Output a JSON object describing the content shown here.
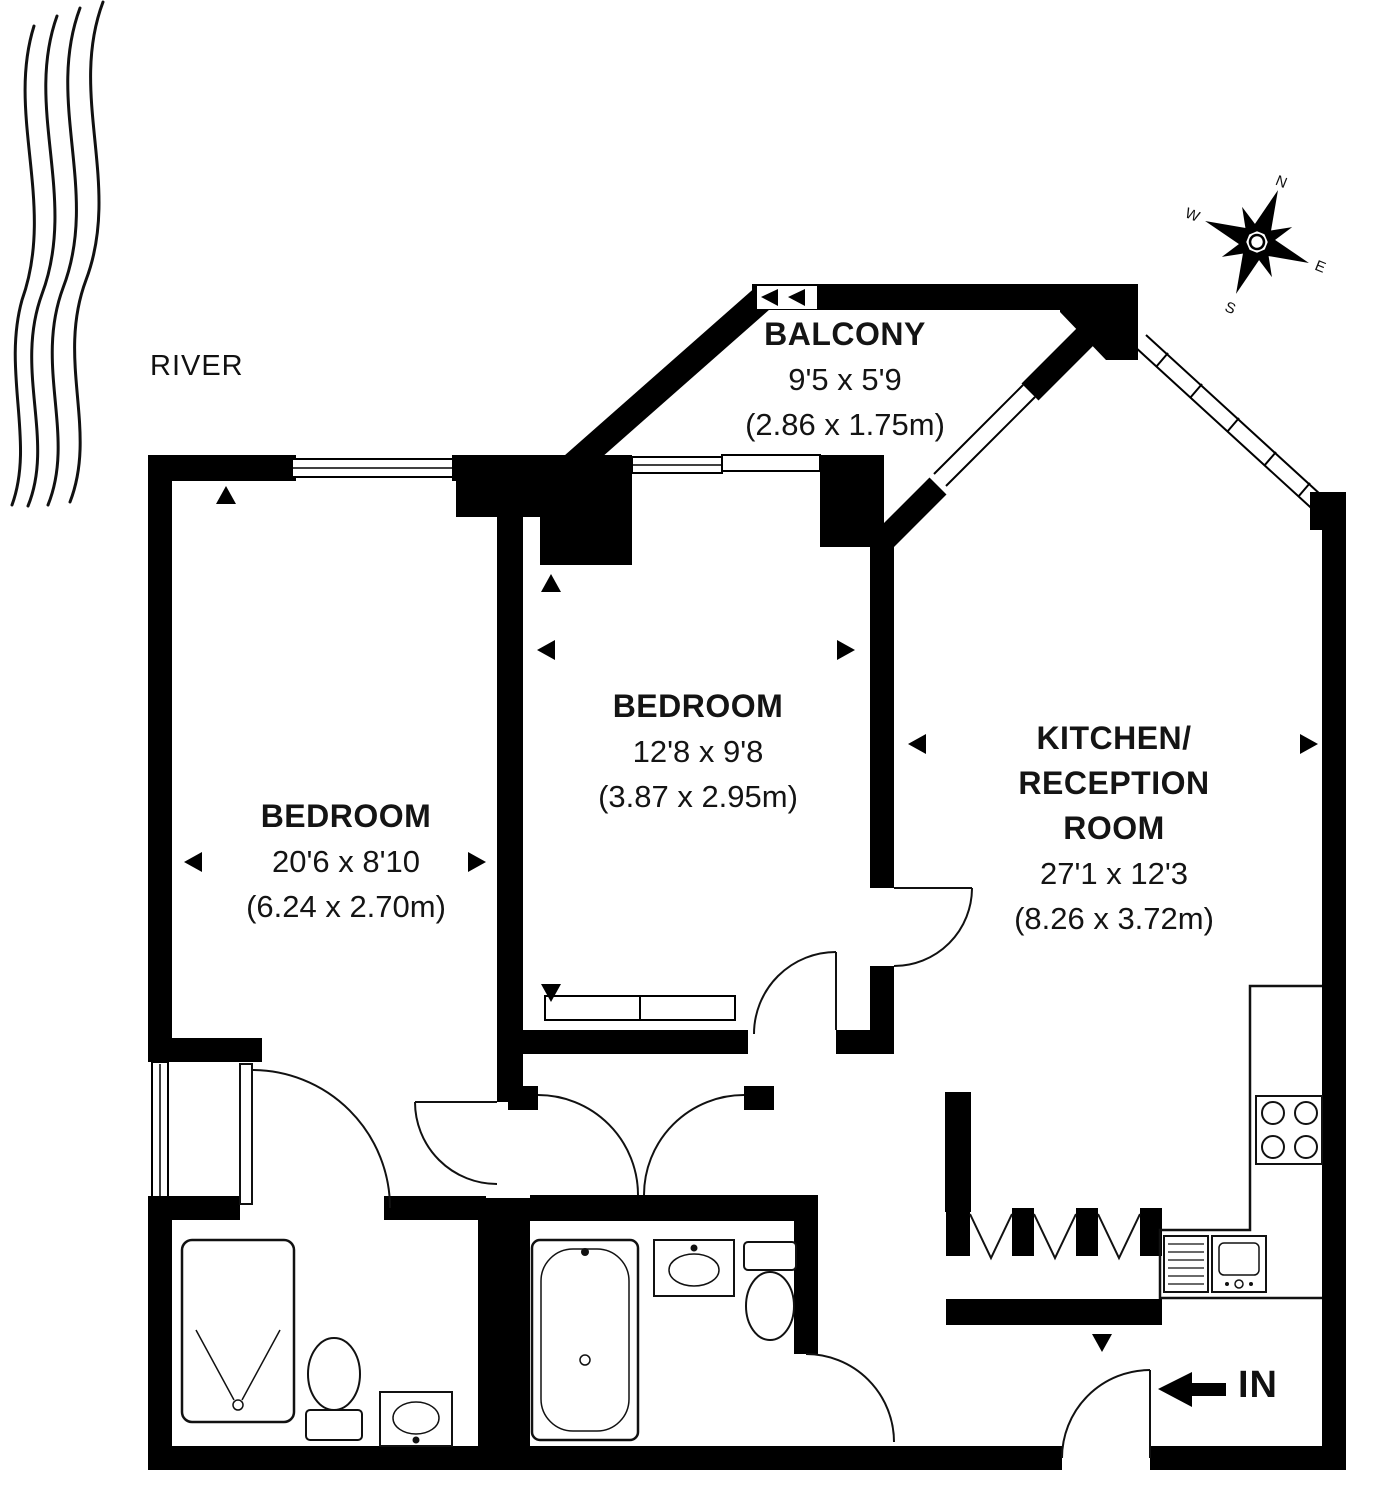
{
  "floorplan": {
    "river_label": "RIVER",
    "entrance_label": "IN",
    "compass": {
      "north": "N",
      "east": "E",
      "south": "S",
      "west": "W"
    },
    "rooms": {
      "balcony": {
        "name": "BALCONY",
        "imperial": "9'5 x 5'9",
        "metric": "(2.86 x 1.75m)"
      },
      "bedroom_middle": {
        "name": "BEDROOM",
        "imperial": "12'8 x 9'8",
        "metric": "(3.87 x 2.95m)"
      },
      "bedroom_left": {
        "name": "BEDROOM",
        "imperial": "20'6 x 8'10",
        "metric": "(6.24 x 2.70m)"
      },
      "kitchen": {
        "name_line1": "KITCHEN/",
        "name_line2": "RECEPTION ROOM",
        "imperial": "27'1 x 12'3",
        "metric": "(8.26 x 3.72m)"
      }
    },
    "colors": {
      "wall": "#000000",
      "line": "#111111",
      "background": "#ffffff"
    }
  }
}
